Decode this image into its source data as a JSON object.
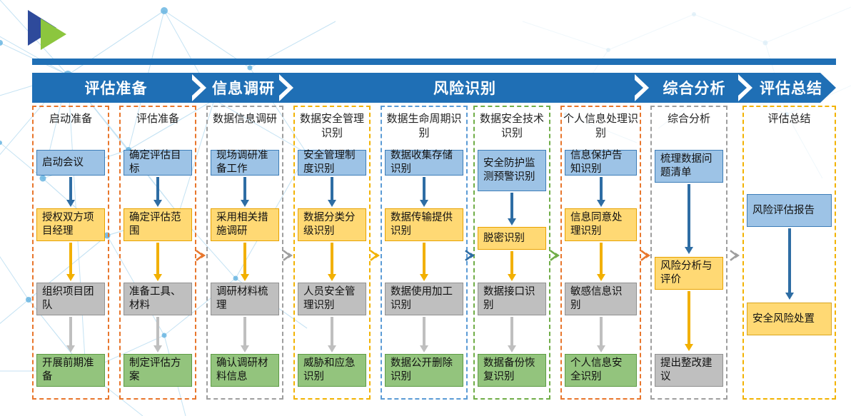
{
  "logo": {
    "name": "play-triangle-logo",
    "dark_color": "#2E4A9B",
    "green_color": "#8CC63E"
  },
  "band": {
    "color": "#1F6FB5",
    "phases": [
      {
        "label": "评估准备"
      },
      {
        "label": "信息调研"
      },
      {
        "label": "风险识别"
      },
      {
        "label": "综合分析"
      },
      {
        "label": "评估总结"
      }
    ]
  },
  "columns": [
    {
      "title": "启动准备",
      "border_color": "#E8762C",
      "nodes": [
        {
          "label": "启动会议",
          "style": "blue"
        },
        {
          "label": "授权双方项目经理",
          "style": "amber"
        },
        {
          "label": "组织项目团队",
          "style": "gray"
        },
        {
          "label": "开展前期准备",
          "style": "green"
        }
      ]
    },
    {
      "title": "评估准备",
      "border_color": "#E8762C",
      "nodes": [
        {
          "label": "确定评估目标",
          "style": "blue"
        },
        {
          "label": "确定评估范围",
          "style": "amber"
        },
        {
          "label": "准备工具、材料",
          "style": "gray"
        },
        {
          "label": "制定评估方案",
          "style": "green"
        }
      ]
    },
    {
      "title": "数据信息调研",
      "border_color": "#9E9E9E",
      "nodes": [
        {
          "label": "现场调研准备工作",
          "style": "blue"
        },
        {
          "label": "采用相关措施调研",
          "style": "amber"
        },
        {
          "label": "调研材料梳理",
          "style": "gray"
        },
        {
          "label": "确认调研材料信息",
          "style": "green"
        }
      ]
    },
    {
      "title": "数据安全管理识别",
      "border_color": "#F2B200",
      "nodes": [
        {
          "label": "安全管理制度识别",
          "style": "blue"
        },
        {
          "label": "数据分类分级识别",
          "style": "amber"
        },
        {
          "label": "人员安全管理识别",
          "style": "gray"
        },
        {
          "label": "威胁和应急识别",
          "style": "green"
        }
      ]
    },
    {
      "title": "数据生命周期识别",
      "border_color": "#5B9BD5",
      "nodes": [
        {
          "label": "数据收集存储识别",
          "style": "blue"
        },
        {
          "label": "数据传输提供识别",
          "style": "amber"
        },
        {
          "label": "数据使用加工识别",
          "style": "gray"
        },
        {
          "label": "数据公开删除识别",
          "style": "green"
        }
      ]
    },
    {
      "title": "数据安全技术识别",
      "border_color": "#70AD47",
      "nodes": [
        {
          "label": "安全防护监测预警识别",
          "style": "blue"
        },
        {
          "label": "脱密识别",
          "style": "amber"
        },
        {
          "label": "数据接口识别",
          "style": "gray"
        },
        {
          "label": "数据备份恢复识别",
          "style": "green"
        }
      ]
    },
    {
      "title": "个人信息处理识别",
      "border_color": "#E8762C",
      "nodes": [
        {
          "label": "信息保护告知识别",
          "style": "blue"
        },
        {
          "label": "信息同意处理识别",
          "style": "amber"
        },
        {
          "label": "敏感信息识别",
          "style": "gray"
        },
        {
          "label": "个人信息安全识别",
          "style": "green"
        }
      ]
    },
    {
      "title": "综合分析",
      "border_color": "#9E9E9E",
      "nodes": [
        {
          "label": "梳理数据问题清单",
          "style": "blue"
        },
        {
          "label": "风险分析与评价",
          "style": "amber"
        },
        {
          "label": "提出整改建议",
          "style": "gray"
        }
      ]
    },
    {
      "title": "评估总结",
      "border_color": "#F2B200",
      "nodes": [
        {
          "label": "风险评估报告",
          "style": "blue"
        },
        {
          "label": "安全风险处置",
          "style": "amber2"
        }
      ]
    }
  ],
  "inter_column_arrows": [
    {
      "after_column": 2,
      "color": "#E8762C"
    },
    {
      "after_column": 3,
      "color": "#9E9E9E"
    },
    {
      "after_column": 4,
      "color": "#F2B200"
    },
    {
      "after_column": 5,
      "color": "#2E6DA4"
    },
    {
      "after_column": 6,
      "color": "#70AD47"
    },
    {
      "after_column": 7,
      "color": "#E8762C"
    },
    {
      "after_column": 8,
      "color": "#9E9E9E"
    }
  ]
}
